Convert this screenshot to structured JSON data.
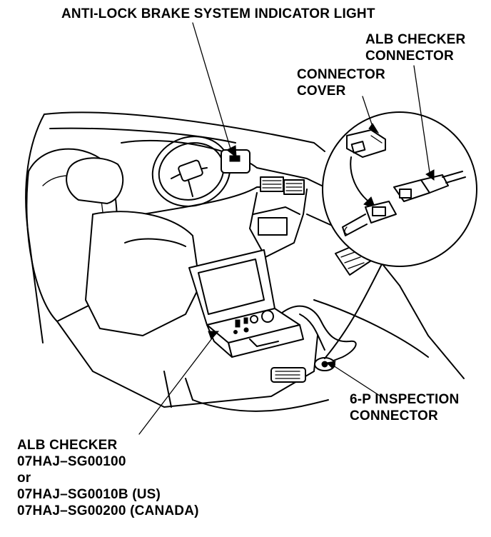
{
  "labels": {
    "abs_light": "ANTI-LOCK BRAKE SYSTEM INDICATOR LIGHT",
    "alb_connector_line1": "ALB CHECKER",
    "alb_connector_line2": "CONNECTOR",
    "cover_line1": "CONNECTOR",
    "cover_line2": "COVER",
    "inspection_line1": "6-P INSPECTION",
    "inspection_line2": "CONNECTOR",
    "checker_line1": "ALB CHECKER",
    "checker_line2": "07HAJ–SG00100",
    "checker_line3": "or",
    "checker_line4": "07HAJ–SG0010B (US)",
    "checker_line5": "07HAJ–SG00200 (CANADA)"
  },
  "colors": {
    "ink": "#000000",
    "paper": "#ffffff"
  }
}
